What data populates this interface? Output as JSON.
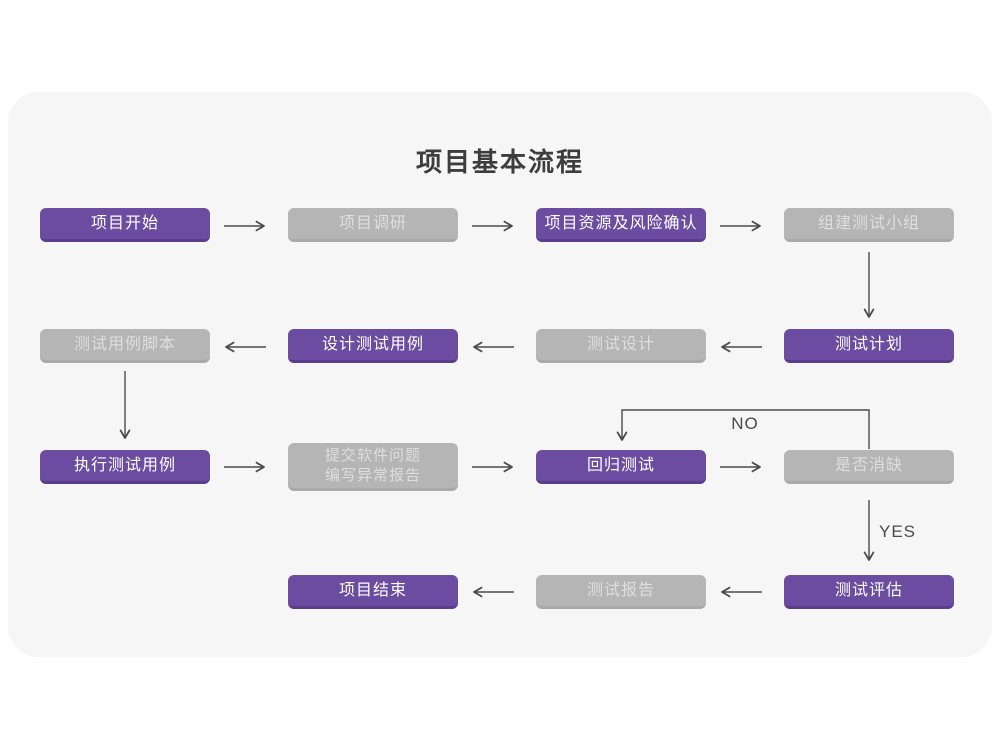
{
  "title": "项目基本流程",
  "edge_labels": {
    "no": "NO",
    "yes": "YES"
  },
  "colors": {
    "node_purple": "#6b4ca0",
    "node_purple_edge": "#5a3e8c",
    "node_gray": "#b5b5b5",
    "node_gray_edge": "#a9a9a9",
    "node_text_on_purple": "#ffffff",
    "node_text_on_gray": "#dedede",
    "card_background": "#f6f6f7",
    "page_background": "#ffffff",
    "arrow": "#4a4a4a",
    "title_text": "#3d3d3d"
  },
  "nodes": [
    {
      "id": "project-start",
      "label": "项目开始",
      "style": "purple"
    },
    {
      "id": "project-research",
      "label": "项目调研",
      "style": "gray"
    },
    {
      "id": "resource-risk-confirm",
      "label": "项目资源及风险确认",
      "style": "purple"
    },
    {
      "id": "build-test-team",
      "label": "组建测试小组",
      "style": "gray"
    },
    {
      "id": "test-case-script",
      "label": "测试用例脚本",
      "style": "gray"
    },
    {
      "id": "design-test-case",
      "label": "设计测试用例",
      "style": "purple"
    },
    {
      "id": "test-design",
      "label": "测试设计",
      "style": "gray"
    },
    {
      "id": "test-plan",
      "label": "测试计划",
      "style": "purple"
    },
    {
      "id": "execute-test-case",
      "label": "执行测试用例",
      "style": "purple"
    },
    {
      "id": "submit-issue-report",
      "label": "提交软件问题\n编写异常报告",
      "style": "gray"
    },
    {
      "id": "regression-test",
      "label": "回归测试",
      "style": "purple"
    },
    {
      "id": "defect-cleared",
      "label": "是否消缺",
      "style": "gray"
    },
    {
      "id": "project-end",
      "label": "项目结束",
      "style": "purple"
    },
    {
      "id": "test-report",
      "label": "测试报告",
      "style": "gray"
    },
    {
      "id": "test-evaluation",
      "label": "测试评估",
      "style": "purple"
    }
  ]
}
